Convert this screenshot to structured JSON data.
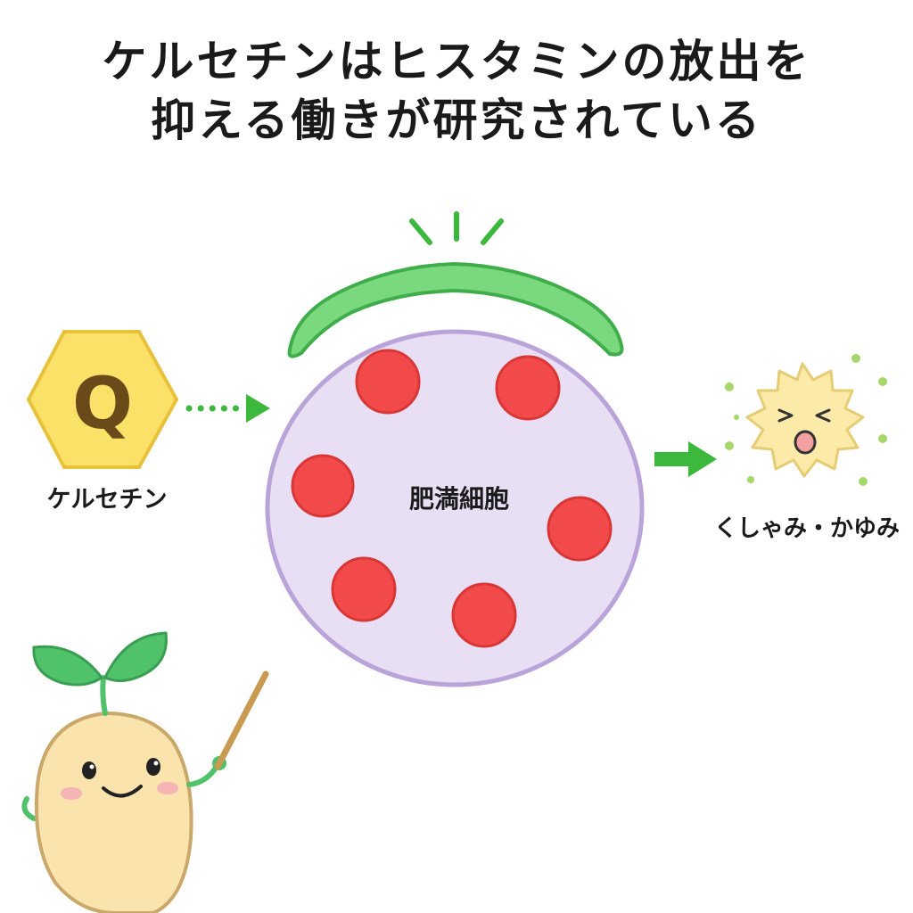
{
  "title": {
    "line1": "ケルセチンはヒスタミンの放出を",
    "line2": "抑える働きが研究されている"
  },
  "quercetin": {
    "symbol": "Q",
    "label": "ケルセチン"
  },
  "mast_cell": {
    "label": "肥満細胞"
  },
  "symptom": {
    "label": "くしゃみ・かゆみ"
  },
  "colors": {
    "hexagon_fill": "#fce168",
    "hexagon_stroke": "#e8c23b",
    "symbol": "#6b4a1a",
    "arrow_green": "#3cb93c",
    "cell_fill": "#e8dff5",
    "cell_stroke": "#b9a3d8",
    "cap_fill": "#7ad87f",
    "cap_stroke": "#3fae4a",
    "granule_fill": "#f24a4a",
    "granule_stroke": "#d93636",
    "pollen_fill": "#fbeaa8",
    "mascot_body": "#fbe3ad",
    "leaf": "#4fc26a"
  },
  "icons": [
    "hexagon-badge",
    "dotted-arrow",
    "block-arrow",
    "pollen-face",
    "sprout-mascot",
    "pointer-stick"
  ]
}
